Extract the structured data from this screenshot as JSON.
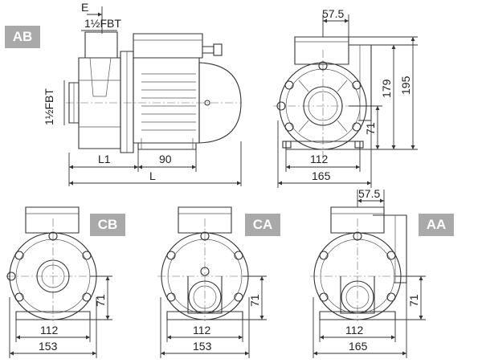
{
  "variants": {
    "ab": "AB",
    "cb": "CB",
    "ca": "CA",
    "aa": "AA"
  },
  "ab_side": {
    "e": "E",
    "fbt_top": "1½FBT",
    "fbt_side": "1½FBT",
    "l1": "L1",
    "d90": "90",
    "l": "L"
  },
  "ab_front": {
    "d57_5": "57.5",
    "d179": "179",
    "d195": "195",
    "d71": "71",
    "d112": "112",
    "d165": "165"
  },
  "cb": {
    "d71": "71",
    "d112": "112",
    "d153": "153"
  },
  "ca": {
    "d71": "71",
    "d112": "112",
    "d153": "153"
  },
  "aa": {
    "d57_5": "57.5",
    "d71": "71",
    "d112": "112",
    "d165": "165"
  },
  "colors": {
    "badge": "#a9a9a9",
    "line": "#333333"
  }
}
